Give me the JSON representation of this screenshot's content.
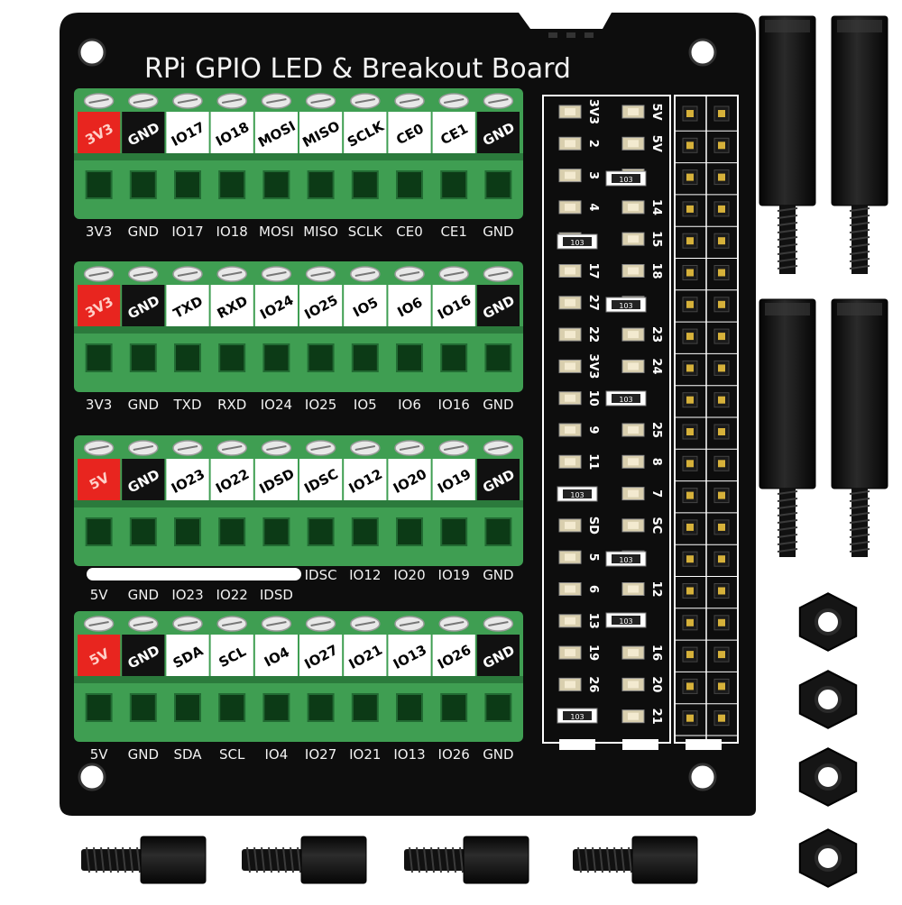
{
  "board_title": "RPi GPIO LED & Breakout Board",
  "terminal_blocks": [
    {
      "labels": [
        "3V3",
        "GND",
        "IO17",
        "IO18",
        "MOSI",
        "MISO",
        "SCLK",
        "CE0",
        "CE1",
        "GND"
      ],
      "silkscreen": [
        "3V3",
        "GND",
        "IO17",
        "IO18",
        "MOSI",
        "MISO",
        "SCLK",
        "CE0",
        "CE1",
        "GND"
      ]
    },
    {
      "labels": [
        "3V3",
        "GND",
        "TXD",
        "RXD",
        "IO24",
        "IO25",
        "IO5",
        "IO6",
        "IO16",
        "GND"
      ],
      "silkscreen": [
        "3V3",
        "GND",
        "TXD",
        "RXD",
        "IO24",
        "IO25",
        "IO5",
        "IO6",
        "IO16",
        "GND"
      ]
    },
    {
      "labels": [
        "5V",
        "GND",
        "IO23",
        "IO22",
        "IDSD",
        "IDSC",
        "IO12",
        "IO20",
        "IO19",
        "GND"
      ],
      "silkscreen": [
        "5V",
        "GND",
        "IO23",
        "IO22",
        "IDSD",
        "IDSC",
        "IO12",
        "IO20",
        "IO19",
        "GND"
      ]
    },
    {
      "labels": [
        "5V",
        "GND",
        "SDA",
        "SCL",
        "IO4",
        "IO27",
        "IO21",
        "IO13",
        "IO26",
        "GND"
      ],
      "silkscreen": [
        "5V",
        "GND",
        "SDA",
        "SCL",
        "IO4",
        "IO27",
        "IO21",
        "IO13",
        "IO26",
        "GND"
      ]
    }
  ],
  "gpio_left_labels": [
    "3V3",
    "2",
    "3",
    "4",
    "",
    "17",
    "27",
    "22",
    "3V3",
    "10",
    "9",
    "11",
    "",
    "SD",
    "5",
    "6",
    "13",
    "19",
    "26",
    ""
  ],
  "gpio_right_labels": [
    "5V",
    "5V",
    "",
    "14",
    "15",
    "18",
    "",
    "23",
    "24",
    "",
    "25",
    "8",
    "7",
    "SC",
    "",
    "12",
    "",
    "16",
    "20",
    "21"
  ],
  "resistor_marking": "103",
  "colors": {
    "pcb": "#0d0d0d",
    "terminal_green": "#3f9e52",
    "terminal_dark": "#2b7a3c",
    "power_label": "#e8251f",
    "ground_label": "#111111",
    "signal_label": "#ffffff",
    "silkscreen": "#f2f2f2"
  }
}
